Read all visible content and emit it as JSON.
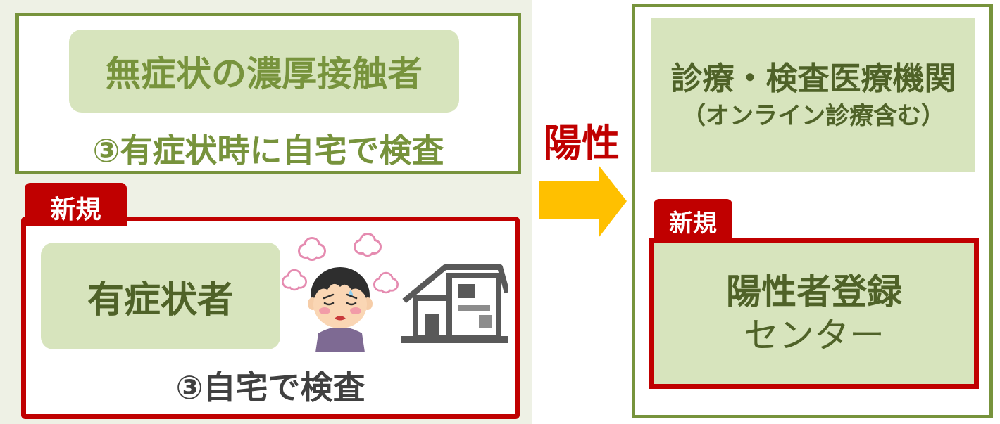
{
  "colors": {
    "panel_bg": "#EEF1E5",
    "green": "#77933C",
    "light_green": "#D7E4BD",
    "dark_green": "#4F6228",
    "red": "#C00000",
    "arrow": "#FFC000",
    "caption_gray": "#404040",
    "house_gray": "#595959"
  },
  "left_panel": {
    "contact_box": {
      "title": "無症状の濃厚接触者",
      "caption": "③有症状時に自宅で検査"
    },
    "symptomatic_box": {
      "tag": "新規",
      "title": "有症状者",
      "caption": "③自宅で検査",
      "icons": [
        "sick-person-illustration",
        "house-icon"
      ]
    }
  },
  "flow": {
    "label": "陽性",
    "icon": "right-arrow-icon"
  },
  "right_panel": {
    "clinic_box": {
      "title": "診療・検査医療機関",
      "subtitle": "（オンライン診療含む）"
    },
    "registration_box": {
      "tag": "新規",
      "title_lines": [
        "陽性者登録",
        "センター"
      ]
    }
  }
}
